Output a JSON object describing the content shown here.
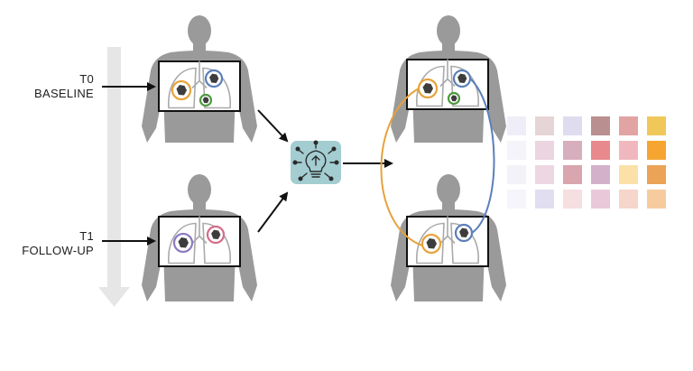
{
  "timepoints": [
    {
      "code": "T0",
      "name": "BASELINE"
    },
    {
      "code": "T1",
      "name": "FOLLOW-UP"
    }
  ],
  "icons": {
    "model": "ai-lightbulb-circuit-icon",
    "timeline": "timeline-down-arrow",
    "body": "human-torso-silhouette"
  },
  "colors": {
    "silhouette": "#9a9a9a",
    "lung_outline": "#aaaaaa",
    "lesion": "#3d3d3d",
    "match_orange": "#e8a23a",
    "match_blue": "#5b7fb8",
    "lesion_green": "#4f9a3e",
    "lesion_purple": "#8d79c1",
    "lesion_pink": "#d36c8a",
    "model_box": "#a3cdd1",
    "timeline": "#e6e6e6"
  },
  "feature_matrix": [
    [
      "#efedf7",
      "#e6d5d6",
      "#e0dcef",
      "#b98f8f",
      "#e2a3a3",
      "#f0c85a"
    ],
    [
      "#f5f4fa",
      "#ebd5e0",
      "#d7aebe",
      "#e8898d",
      "#f0b8be",
      "#f7a531"
    ],
    [
      "#f3f2f9",
      "#ecd7e2",
      "#d9a5ae",
      "#d4b1cb",
      "#fbe1a7",
      "#eba356"
    ],
    [
      "#f6f5fb",
      "#e1def1",
      "#f6dfe1",
      "#e9c9d9",
      "#f6d5cb",
      "#f6cc9f"
    ]
  ]
}
